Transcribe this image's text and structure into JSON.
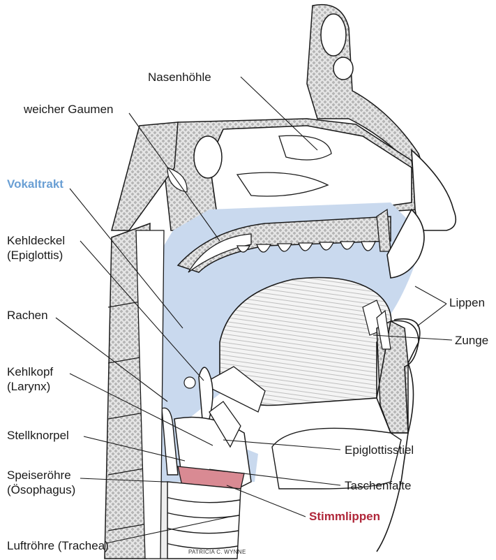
{
  "colors": {
    "vocal_tract_fill": "#c9d9ee",
    "vocal_folds_fill": "#d98a93",
    "vocaltrakt_label": "#6a9fd4",
    "stimmlippen_label": "#b0273a",
    "bone_fill": "#d4d4d4",
    "line": "#1a1a1a"
  },
  "labels": {
    "nasenhoehle": "Nasenhöhle",
    "weicher_gaumen": "weicher Gaumen",
    "vokaltrakt": "Vokaltrakt",
    "kehldeckel_1": "Kehldeckel",
    "kehldeckel_2": "(Epiglottis)",
    "rachen": "Rachen",
    "kehlkopf_1": "Kehlkopf",
    "kehlkopf_2": "(Larynx)",
    "stellknorpel": "Stellknorpel",
    "speiseroehre_1": "Speiseröhre",
    "speiseroehre_2": "(Ösophagus)",
    "luftroehre": "Luftröhre (Trachea)",
    "lippen": "Lippen",
    "zunge": "Zunge",
    "epiglottisstiel": "Epiglottisstiel",
    "taschenfalte": "Taschenfalte",
    "stimmlippen": "Stimmlippen"
  },
  "credit": "PATRICIA C. WYNNE"
}
